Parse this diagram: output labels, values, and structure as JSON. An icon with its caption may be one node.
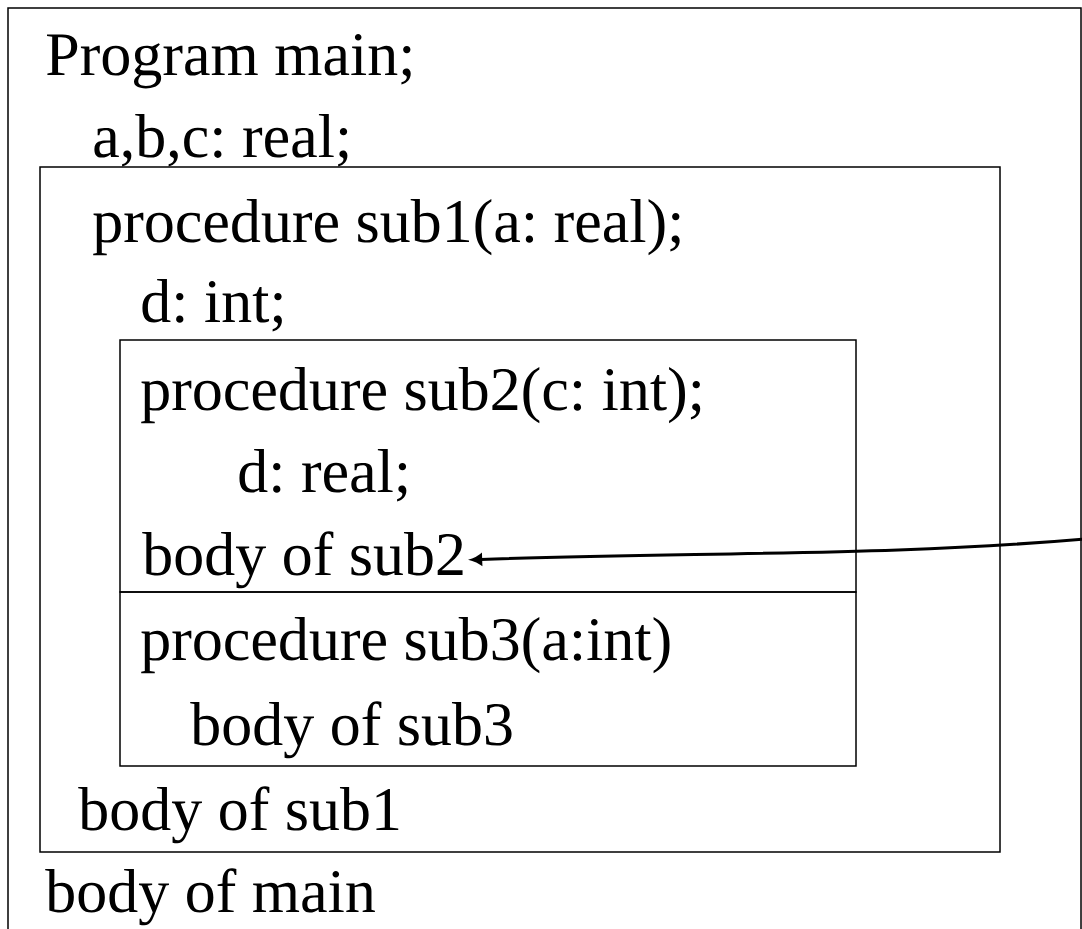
{
  "diagram": {
    "nodes": [
      {
        "text": [
          "Program main;",
          "a,b,c: real;",
          "body of main"
        ]
      },
      {
        "text": [
          "procedure sub1(a: real);",
          "d: int;",
          "body of sub1"
        ],
        "in": 0
      },
      {
        "text": [
          "procedure sub2(c: int);",
          "d: real;"
        ],
        "in": 1
      },
      {
        "text": [
          "body of sub2"
        ],
        "in": 2
      },
      {
        "text": [
          "procedure sub3(a:int)",
          "body of sub3"
        ],
        "in": 1
      }
    ],
    "edges": [
      {
        "from": null,
        "to": 3,
        "arrow": "to"
      }
    ]
  }
}
